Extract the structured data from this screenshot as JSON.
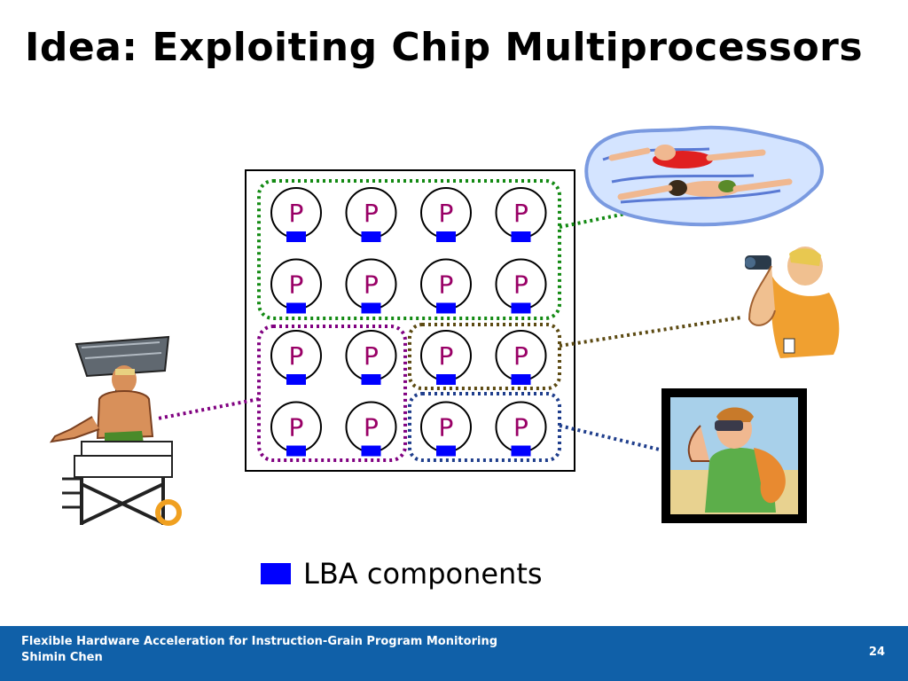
{
  "slide": {
    "title": "Idea: Exploiting Chip Multiprocessors"
  },
  "processors": {
    "label": "P",
    "rows": 4,
    "cols": 4
  },
  "groups": [
    {
      "name": "top-two-rows",
      "color": "#138a13"
    },
    {
      "name": "bottom-left-block",
      "color": "#800080"
    },
    {
      "name": "row3-right-pair",
      "color": "#5c4a12"
    },
    {
      "name": "row4-right-pair",
      "color": "#1f3e8c"
    }
  ],
  "colors": {
    "lba_component": "#0000ff",
    "processor_label": "#990066",
    "footer_bg": "#1060a8"
  },
  "icons": [
    "lifeguard-icon",
    "swimmers-icon",
    "binoculars-man-icon",
    "binoculars-framed-icon"
  ],
  "legend": {
    "label": "LBA components"
  },
  "footer": {
    "line1": "Flexible Hardware Acceleration for Instruction-Grain Program Monitoring",
    "line2": "Shimin Chen",
    "page": "24"
  }
}
